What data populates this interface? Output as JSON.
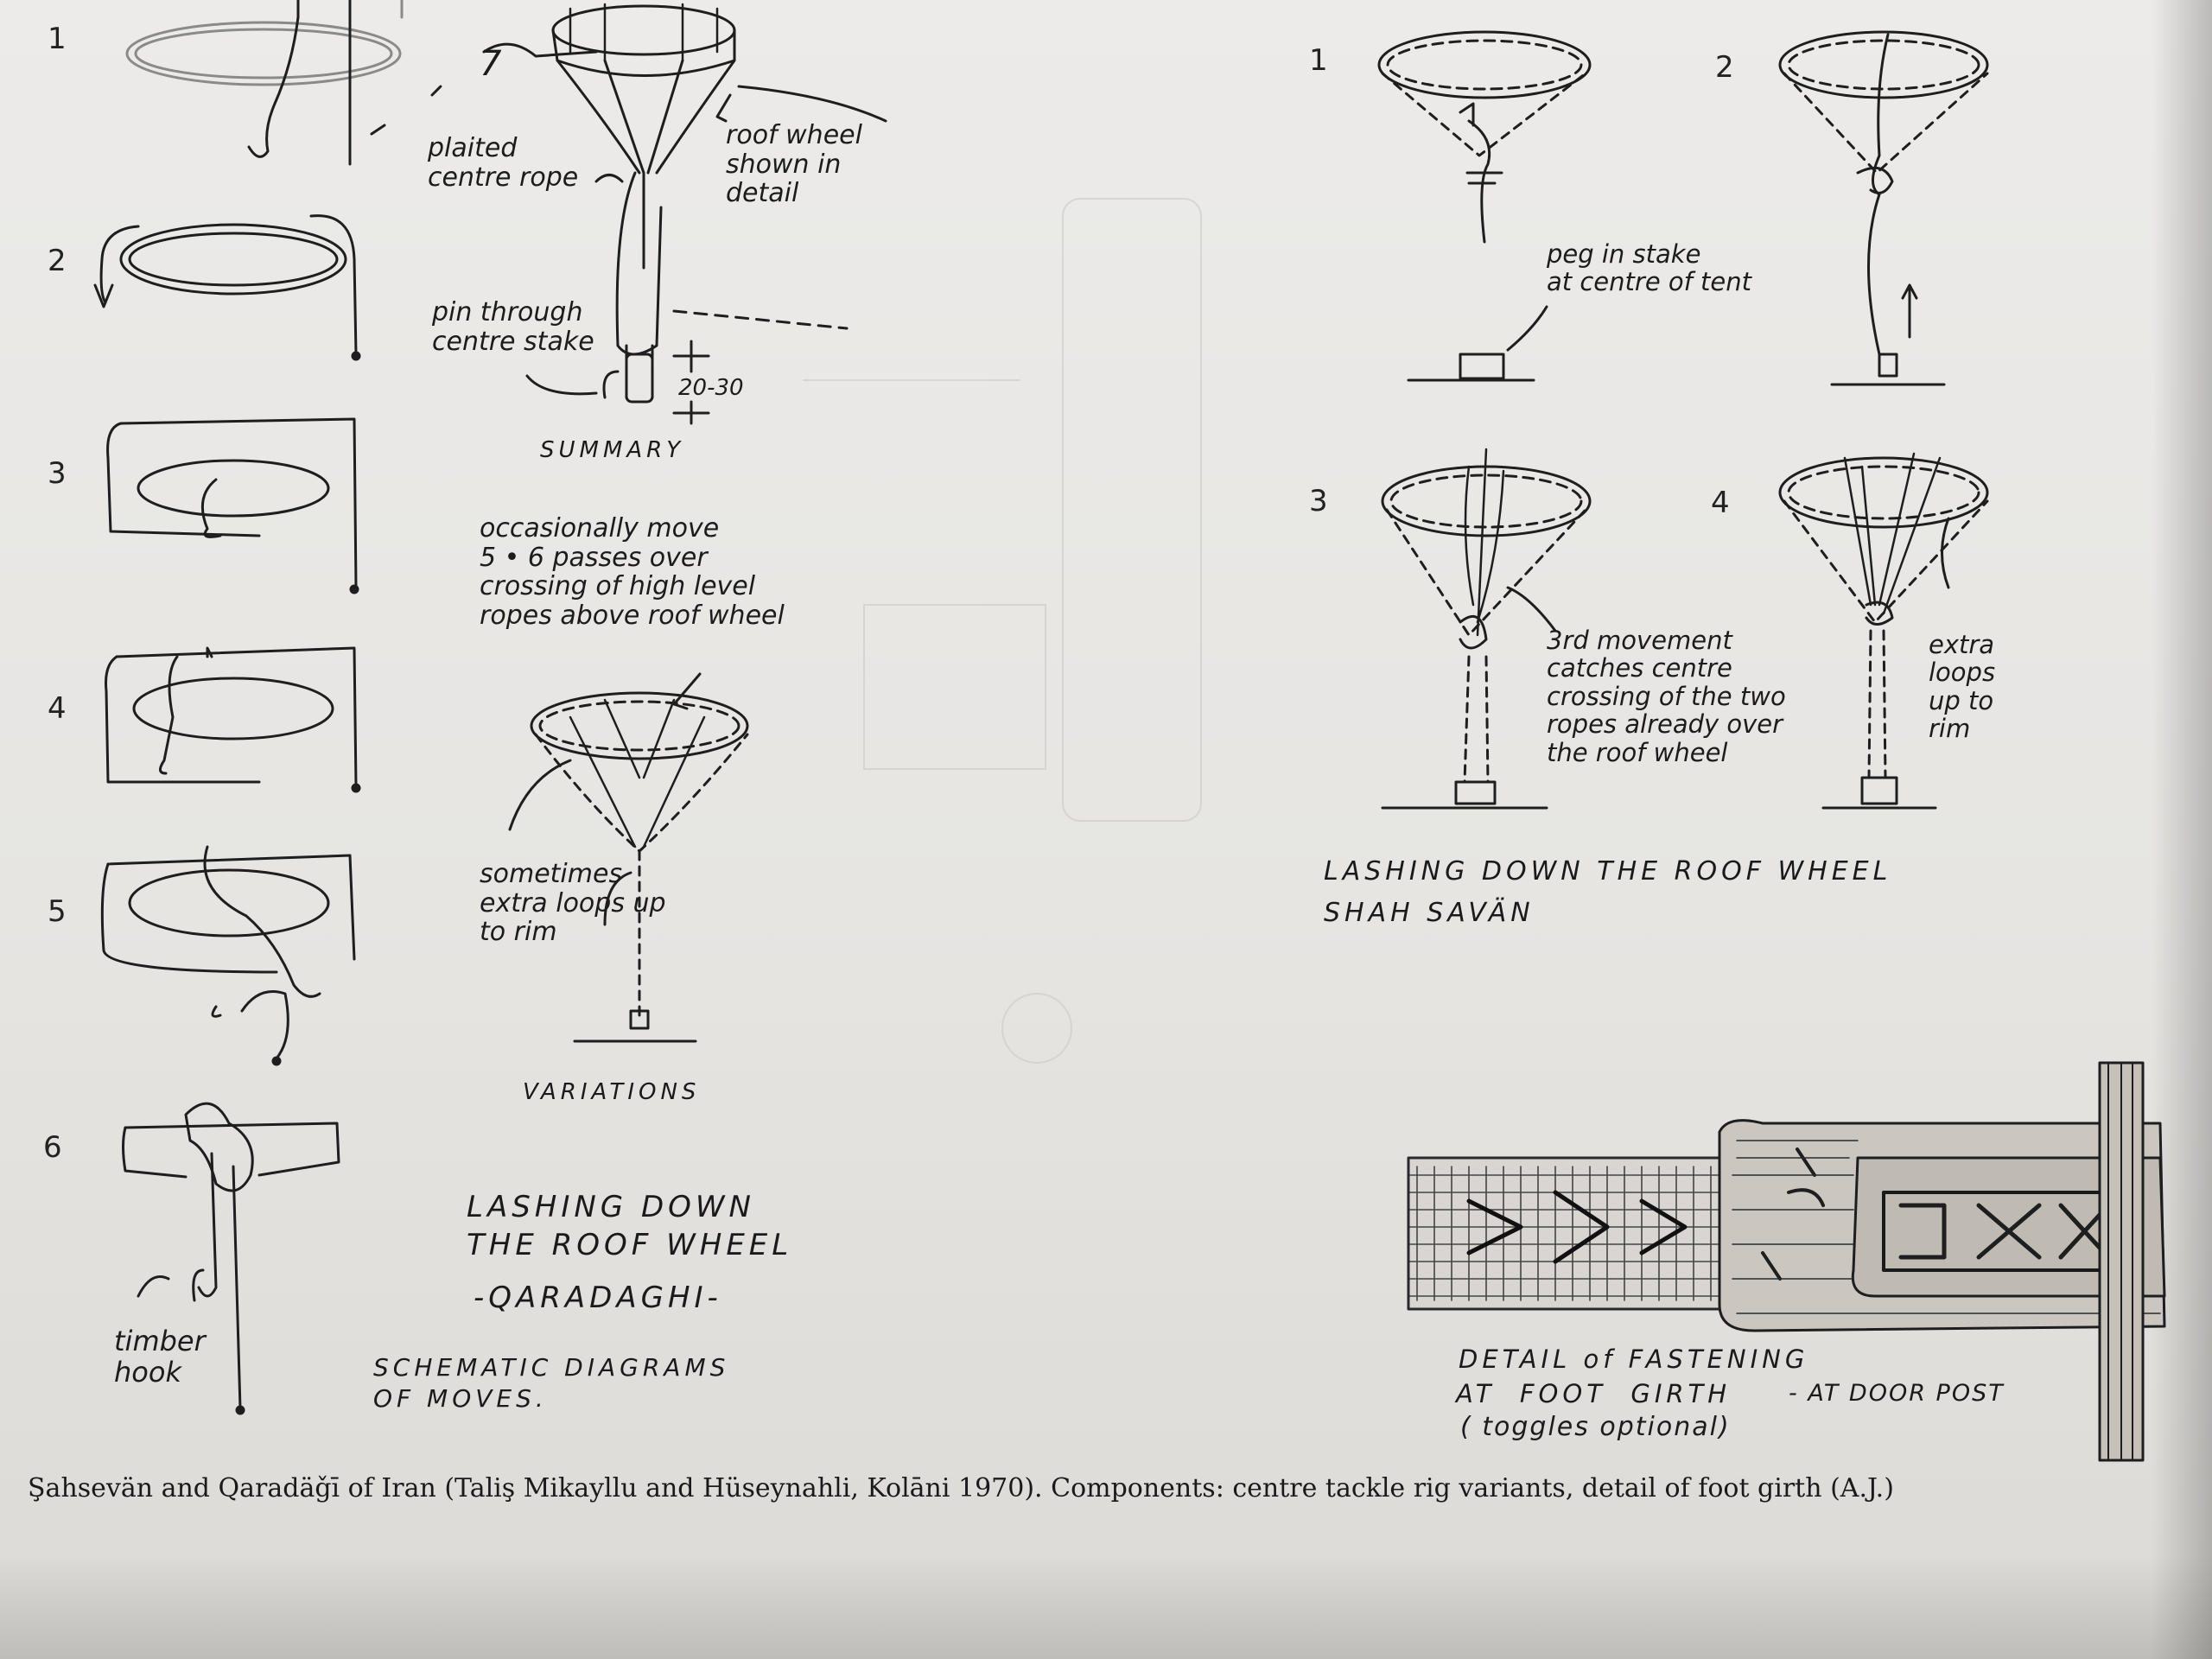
{
  "left_sequence": {
    "numbers": [
      "1",
      "2",
      "3",
      "4",
      "5",
      "6"
    ],
    "timber_hook_label": "timber\nhook"
  },
  "summary": {
    "number_mark": "7",
    "plaited_rope_label": "plaited\ncentre rope",
    "roof_wheel_label": "roof wheel\nshown in\ndetail",
    "pin_label": "pin through\ncentre stake",
    "measure_label": "20-30",
    "title": "SUMMARY"
  },
  "variations": {
    "note_top": "occasionally move\n5 • 6 passes over\ncrossing of high level\nropes above roof wheel",
    "note_loops": "sometimes\nextra loops up\nto rim",
    "title": "VARIATIONS"
  },
  "qaradaghi": {
    "title": "LASHING DOWN\nTHE ROOF WHEEL",
    "subtitle": "-QARADAGHI-",
    "schematic": "SCHEMATIC DIAGRAMS\nOF MOVES."
  },
  "shahsavan": {
    "numbers": [
      "1",
      "2",
      "3",
      "4"
    ],
    "peg_label": "peg in stake\nat centre of tent",
    "movement_label": "3rd movement\ncatches centre\ncrossing of the two\nropes already over\nthe roof wheel",
    "extra_loops_label": "extra\nloops\nup to\nrim",
    "title": "LASHING DOWN THE ROOF WHEEL\nSHAH SAVÄN"
  },
  "fastening": {
    "title": "DETAIL of FASTENING",
    "line2": "AT  FOOT  GIRTH",
    "door_post": "- AT DOOR POST",
    "toggles": "( toggles optional)"
  },
  "caption": "Şahsevän and Qaradäǧī of Iran (Taliş Mikayllu and Hüseynahli, Kolāni 1970). Components: centre tackle rig variants, detail of foot girth (A.J.)"
}
